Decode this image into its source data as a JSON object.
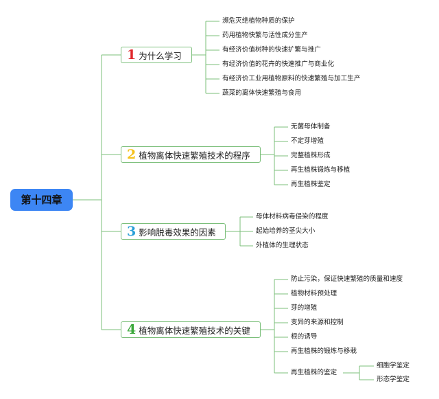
{
  "root": {
    "label": "第十四章"
  },
  "branches": [
    {
      "num": "1",
      "num_color": "#e0282c",
      "title": "为什么学习",
      "items": [
        {
          "label": "濒危灭绝植物种质的保护"
        },
        {
          "label": "药用植物快繁与活性成分生产"
        },
        {
          "label": "有经济价值树种的快速扩繁与推广"
        },
        {
          "label": "有经济价值的花卉的快速推广与商业化"
        },
        {
          "label": "有经济价工业用植物原料的快速繁殖与加工生产"
        },
        {
          "label": "蔬菜的离体快速繁殖与食用"
        }
      ]
    },
    {
      "num": "2",
      "num_color": "#f5c21b",
      "title": "植物离体快速繁殖技术的程序",
      "items": [
        {
          "label": "无菌母体制备"
        },
        {
          "label": "不定芽增殖"
        },
        {
          "label": "完整植株形成"
        },
        {
          "label": "再生植株锻炼与移植"
        },
        {
          "label": "再生植株鉴定"
        }
      ]
    },
    {
      "num": "3",
      "num_color": "#2a9fd8",
      "title": "影响脱毒效果的因素",
      "items": [
        {
          "label": "母体材料病毒侵染的程度"
        },
        {
          "label": "起始培养的茎尖大小"
        },
        {
          "label": "外植体的生理状态"
        }
      ]
    },
    {
      "num": "4",
      "num_color": "#3aa83a",
      "title": "植物离体快速繁殖技术的关键",
      "items": [
        {
          "label": "防止污染，保证快速繁殖的质量和速度"
        },
        {
          "label": "植物材料预处理"
        },
        {
          "label": "芽的增殖"
        },
        {
          "label": "变异的来源和控制"
        },
        {
          "label": "根的诱导"
        },
        {
          "label": "再生植株的锻炼与移栽"
        },
        {
          "label": "再生植株的鉴定",
          "children": [
            {
              "label": "细胞学鉴定"
            },
            {
              "label": "形态学鉴定"
            }
          ]
        }
      ]
    }
  ],
  "colors": {
    "root_bg": "#3d86f4",
    "connector": "#7bbf7a"
  }
}
